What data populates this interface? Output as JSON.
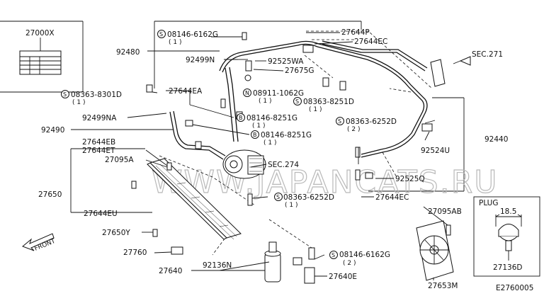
{
  "labels": {
    "l27000x": "27000X",
    "l92480": "92480",
    "l08146_6162g_top": "08146-6162G",
    "l08146_6162g_top_q": "( 1 )",
    "l27644p": "27644P",
    "l27644ec_top": "27644EC",
    "l92499n": "92499N",
    "l92525wa": "92525WA",
    "l27675g": "27675G",
    "lsec271": "SEC.271",
    "l08363_8301d": "08363-8301D",
    "l08363_8301d_q": "( 1 )",
    "l27644ea": "27644EA",
    "l08911_1062g": "08911-1062G",
    "l08911_1062g_q": "( 1 )",
    "l08363_8251d": "08363-8251D",
    "l08363_8251d_q": "( 1 )",
    "l92499na": "92499NA",
    "l08146_8251g_a": "08146-8251G",
    "l08146_8251g_a_q": "( 1 )",
    "l08363_6252d_a": "08363-6252D",
    "l08363_6252d_a_q": "( 2 )",
    "l92490": "92490",
    "l08146_8251g_b": "08146-8251G",
    "l08146_8251g_b_q": "( 1 )",
    "l92440": "92440",
    "l27644eb": "27644EB",
    "l27644et": "27644ET",
    "l92524u": "92524U",
    "l27095a": "27095A",
    "lsec274": "SEC.274",
    "l92525q": "92525Q",
    "l27650": "27650",
    "l08363_6252d_b": "08363-6252D",
    "l08363_6252d_b_q": "( 1 )",
    "l27644ec_bot": "27644EC",
    "l27644eu": "27644EU",
    "l27095ab": "27095AB",
    "lplug": "PLUG",
    "lplug_dim": "18.5",
    "l27650y": "27650Y",
    "lfront": "FRONT",
    "l27760": "27760",
    "l08146_6162g_bot": "08146-6162G",
    "l08146_6162g_bot_q": "( 2 )",
    "l27640": "27640",
    "l92136n": "92136N",
    "l27640e": "27640E",
    "l27653m": "27653M",
    "l27136d": "27136D",
    "lcode": "E2760005"
  },
  "symbols": {
    "s": "S",
    "b": "B",
    "n": "N"
  },
  "watermark": "WWW.JAPANCATS.RU"
}
